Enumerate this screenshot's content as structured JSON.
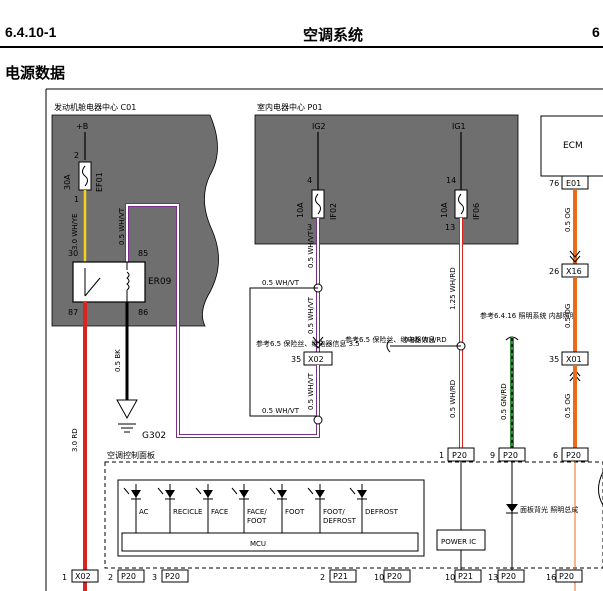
{
  "header": {
    "code": "6.4.10-1",
    "title": "空调系统",
    "page": "6"
  },
  "section_title": "电源数据",
  "blocks": {
    "engine_box": "发动机舱电器中心 C01",
    "interior_box": "室内电器中心 P01",
    "ecm": "ECM",
    "ac_panel": "空调控制面板"
  },
  "power": {
    "b_plus": "+B",
    "ig2": "IG2",
    "ig1": "IG1"
  },
  "fuses": {
    "ef01": {
      "name": "EF01",
      "rating": "30A",
      "pin_top": "2",
      "pin_bottom": "1"
    },
    "if02": {
      "name": "IF02",
      "rating": "10A",
      "pin_top": "4",
      "pin_bottom": "3"
    },
    "if06": {
      "name": "IF06",
      "rating": "10A",
      "pin_top": "14",
      "pin_bottom": "13"
    }
  },
  "relay": {
    "name": "ER09",
    "p30": "30",
    "p85": "85",
    "p87": "87",
    "p86": "86"
  },
  "ground": "G302",
  "wires": {
    "wh_ye": "3.0 WH/YE",
    "wh_vt_relay": "0.5 WH/VT",
    "bk": "0.5 BK",
    "rd_3": "3.0 RD",
    "wh_vt_a": "0.5 WH/VT",
    "wh_vt_b": "0.5 WH/VT",
    "wh_vt_c": "0.5 WH/VT",
    "wh_vt_d": "0.5 WH/VT",
    "wh_vt_e": "0.5 WH/VT",
    "wh_rd_a": "1.25 WH/RD",
    "wh_rd_b": "0.85 WH/RD",
    "wh_rd_c": "0.5 WH/RD",
    "gn_rd": "0.5 GN/RD",
    "og_a": "0.5 OG",
    "og_b": "0.5 OG",
    "og_c": "0.5 OG"
  },
  "refs": {
    "r1": "参考6.5 保险丝、继电器信息 3.5",
    "r2": "参考6.5 保险丝、继电器信息",
    "r3": "参考6.4.16 照明系统 内部照明",
    "r4": "面板背光 照明总成"
  },
  "connectors": {
    "x02_mid": {
      "pin": "35",
      "name": "X02"
    },
    "e01": {
      "pin": "76",
      "name": "E01"
    },
    "x16": {
      "pin": "26",
      "name": "X16"
    },
    "x01": {
      "pin": "35",
      "name": "X01"
    },
    "p20_a": {
      "pin": "1",
      "name": "P20"
    },
    "p20_b": {
      "pin": "9",
      "name": "P20"
    },
    "p20_c": {
      "pin": "6",
      "name": "P20"
    }
  },
  "bottom_connectors": [
    {
      "pin": "1",
      "name": "X02"
    },
    {
      "pin": "2",
      "name": "P20"
    },
    {
      "pin": "3",
      "name": "P20"
    },
    {
      "pin": "2",
      "name": "P21"
    },
    {
      "pin": "10",
      "name": "P20"
    },
    {
      "pin": "10",
      "name": "P21"
    },
    {
      "pin": "13",
      "name": "P20"
    },
    {
      "pin": "16",
      "name": "P20"
    }
  ],
  "leds": [
    "AC",
    "RECICLE",
    "FACE",
    "FACE/ FOOT",
    "FOOT",
    "FOOT/ DEFROST",
    "DEFROST"
  ],
  "mcu": "MCU",
  "power_ic": "POWER IC",
  "colors": {
    "bg_gray": "#6f6f6f",
    "red": "#d8261e",
    "orange": "#ec6b1a",
    "green": "#2f8a3c",
    "purple": "#7b2d8c",
    "yellow": "#f2d21e"
  }
}
